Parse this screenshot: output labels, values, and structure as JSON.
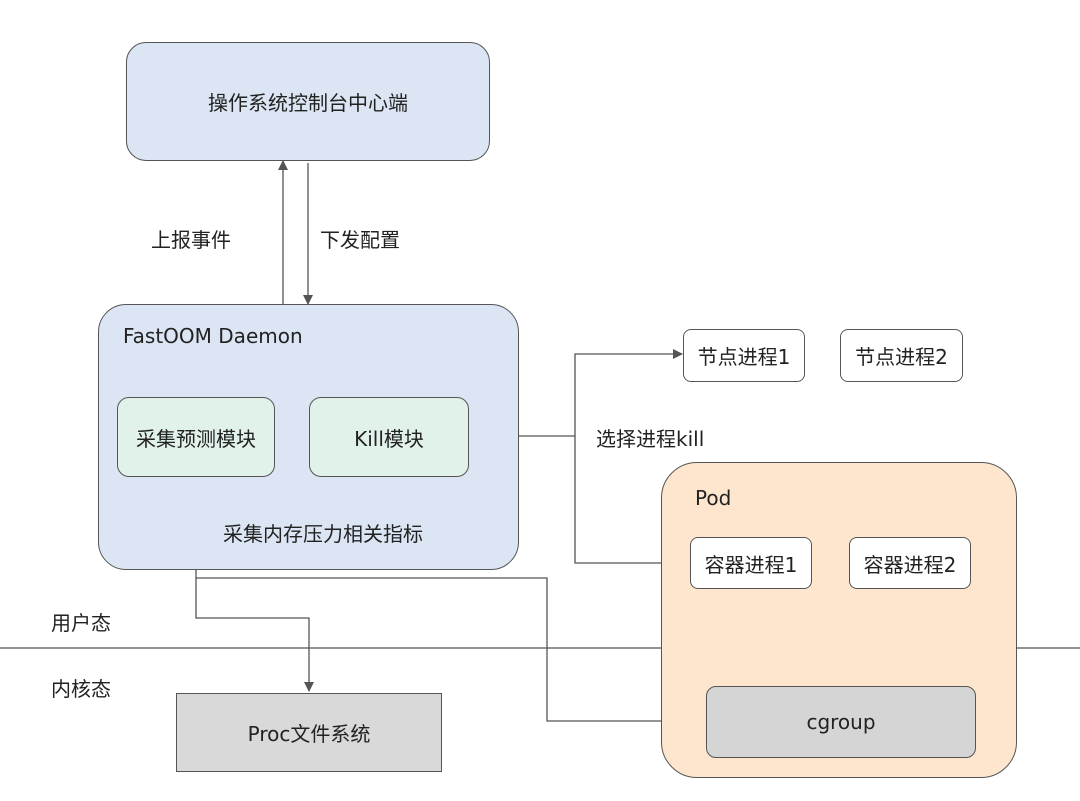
{
  "console": {
    "label": "操作系统控制台中心端"
  },
  "edges": {
    "report_event": "上报事件",
    "send_config": "下发配置",
    "select_kill": "选择进程kill",
    "collect_metrics": "采集内存压力相关指标"
  },
  "daemon": {
    "title": "FastOOM Daemon",
    "collect_module": "采集预测模块",
    "kill_module": "Kill模块"
  },
  "node_processes": [
    "节点进程1",
    "节点进程2"
  ],
  "pod": {
    "title": "Pod",
    "containers": [
      "容器进程1",
      "容器进程2"
    ],
    "cgroup": "cgroup"
  },
  "layers": {
    "user_space": "用户态",
    "kernel_space": "内核态"
  },
  "proc_fs": {
    "label": "Proc文件系统"
  },
  "colors": {
    "console_fill": "#dce5f3",
    "daemon_fill": "#dce5f3",
    "module_fill": "#e1f2ea",
    "pod_fill": "#fde6cd",
    "cgroup_fill": "#d5d5d5",
    "proc_fill": "#d9d9d9",
    "line": "#555555"
  }
}
